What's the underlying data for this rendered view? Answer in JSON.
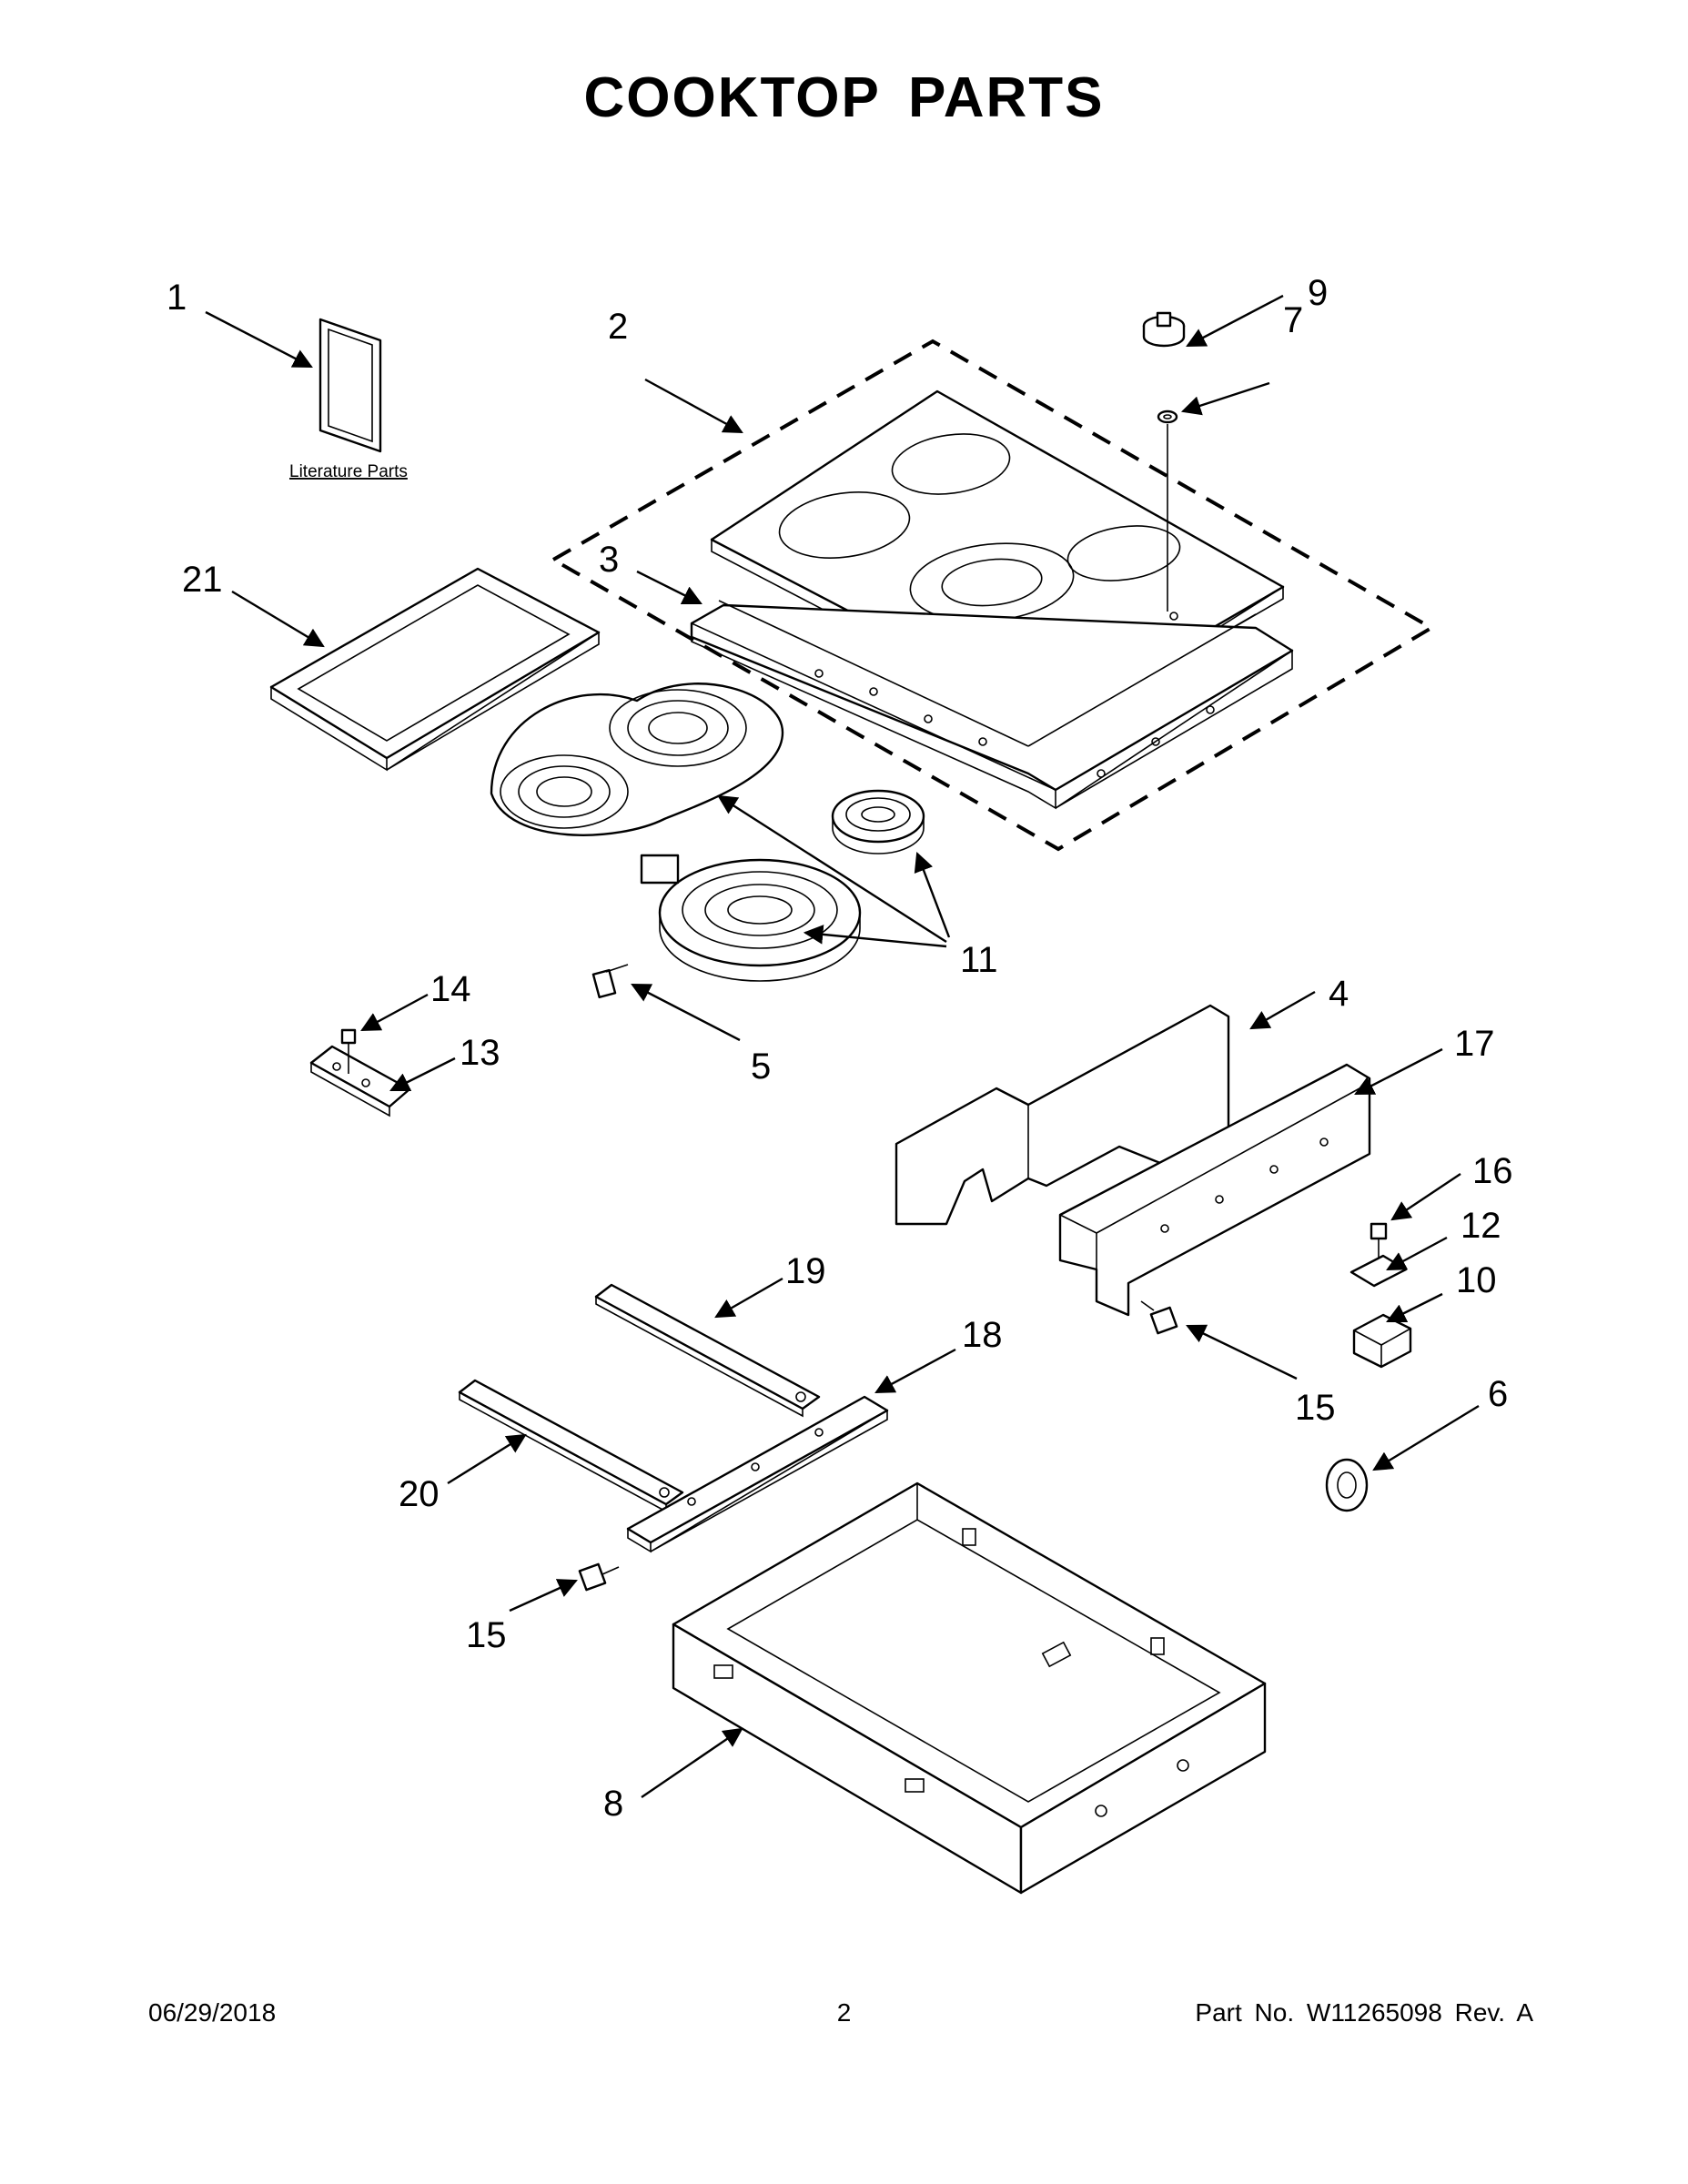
{
  "title": "COOKTOP PARTS",
  "literature_label": "Literature Parts",
  "callouts": [
    "1",
    "2",
    "3",
    "4",
    "5",
    "6",
    "7",
    "8",
    "9",
    "10",
    "11",
    "12",
    "13",
    "14",
    "15",
    "15",
    "16",
    "17",
    "18",
    "19",
    "20",
    "21"
  ],
  "footer": {
    "date": "06/29/2018",
    "page": "2",
    "part": "Part No.  W11265098  Rev.  A"
  }
}
